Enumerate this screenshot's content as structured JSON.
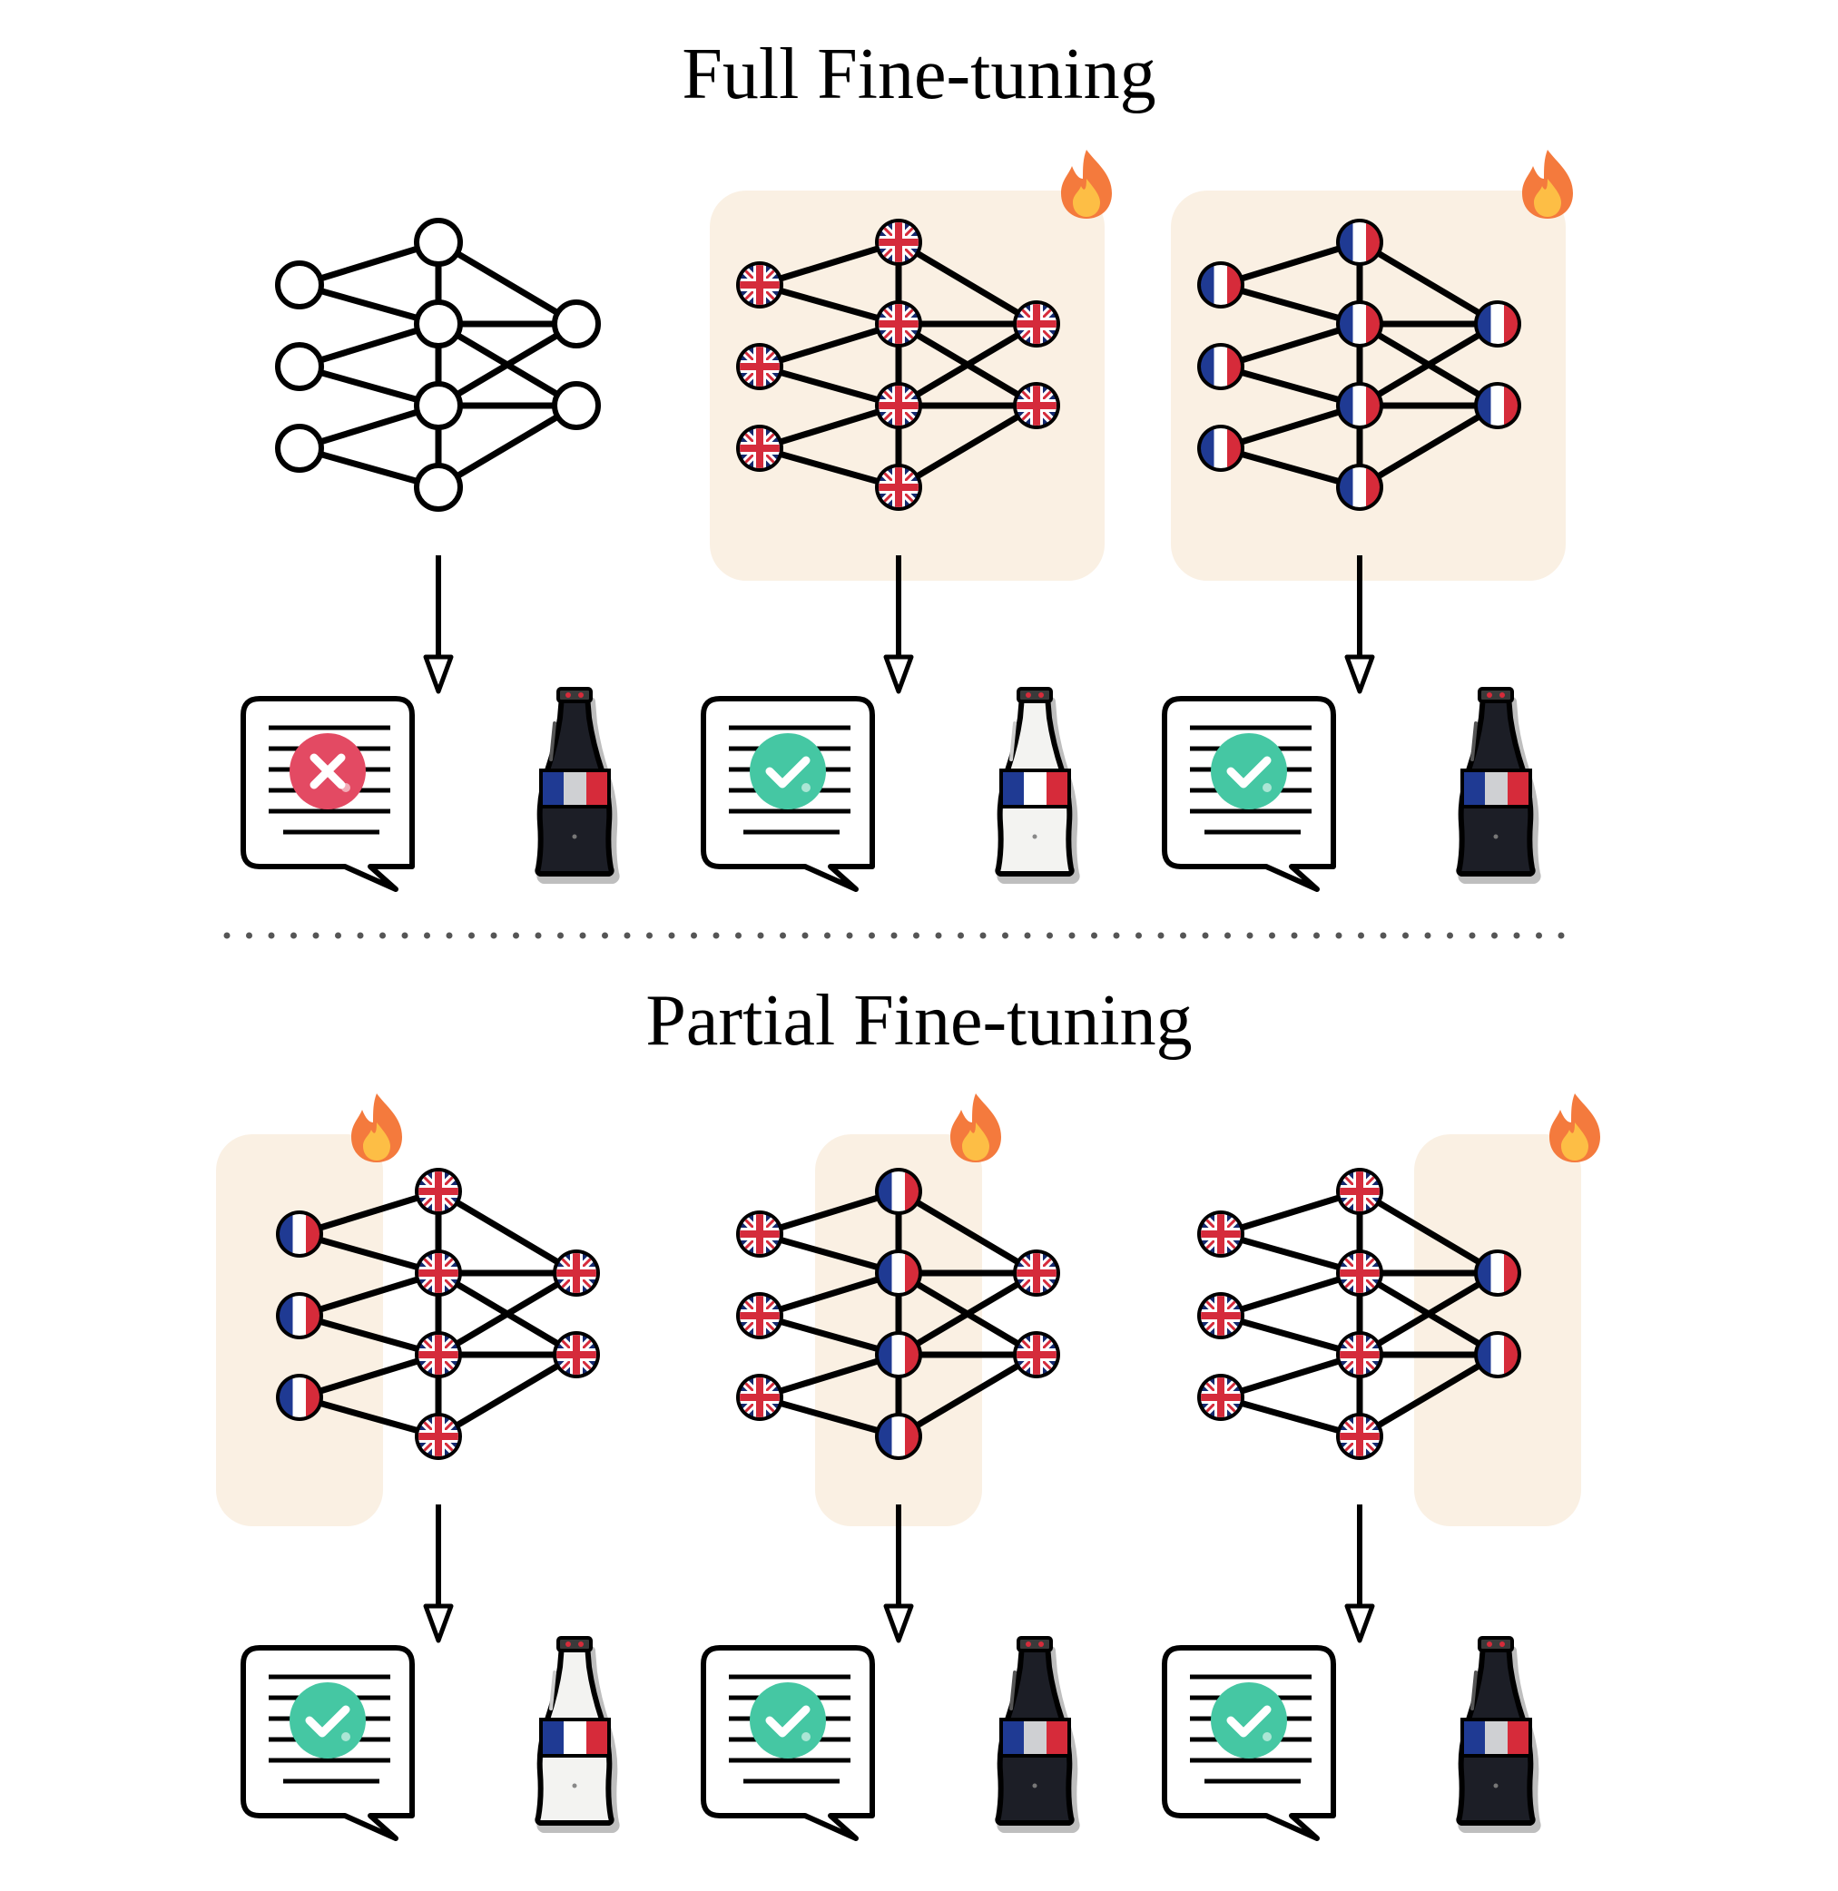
{
  "sections": [
    {
      "id": "full",
      "title": "Full Fine-tuning",
      "panels": [
        {
          "trained_layers": [],
          "node_flags": [
            "plain",
            "plain",
            "plain"
          ],
          "bottle": "dark",
          "result": "cross"
        },
        {
          "trained_layers": [
            0,
            1,
            2
          ],
          "node_flags": [
            "uk",
            "uk",
            "uk"
          ],
          "bottle": "light",
          "result": "check"
        },
        {
          "trained_layers": [
            0,
            1,
            2
          ],
          "node_flags": [
            "fr",
            "fr",
            "fr"
          ],
          "bottle": "dark",
          "result": "check"
        }
      ]
    },
    {
      "id": "partial",
      "title": "Partial Fine-tuning",
      "panels": [
        {
          "trained_layers": [
            0
          ],
          "node_flags": [
            "fr",
            "uk",
            "uk"
          ],
          "bottle": "light",
          "result": "check"
        },
        {
          "trained_layers": [
            1
          ],
          "node_flags": [
            "uk",
            "fr",
            "uk"
          ],
          "bottle": "dark",
          "result": "check"
        },
        {
          "trained_layers": [
            2
          ],
          "node_flags": [
            "uk",
            "uk",
            "fr"
          ],
          "bottle": "dark",
          "result": "check"
        }
      ]
    }
  ],
  "icons": {
    "trained_marker": "fire-icon",
    "correct": "check-icon",
    "incorrect": "cross-icon",
    "response": "speech-bubble-icon",
    "object": "cola-bottle-icon",
    "flag_a": "uk-flag-icon",
    "flag_b": "france-flag-icon"
  },
  "colors": {
    "highlight": "#FAF0E3",
    "check": "#45C7A3",
    "cross": "#E34A63",
    "flag_blue": "#1F3A93",
    "flag_red": "#D62B3A",
    "uk_blue": "#14286E",
    "uk_red": "#D52B3B",
    "flame_outer": "#F47A3D",
    "flame_inner": "#FDBE45",
    "bottle_dark": "#1C1E26",
    "bottle_light": "#F3F3F1"
  }
}
